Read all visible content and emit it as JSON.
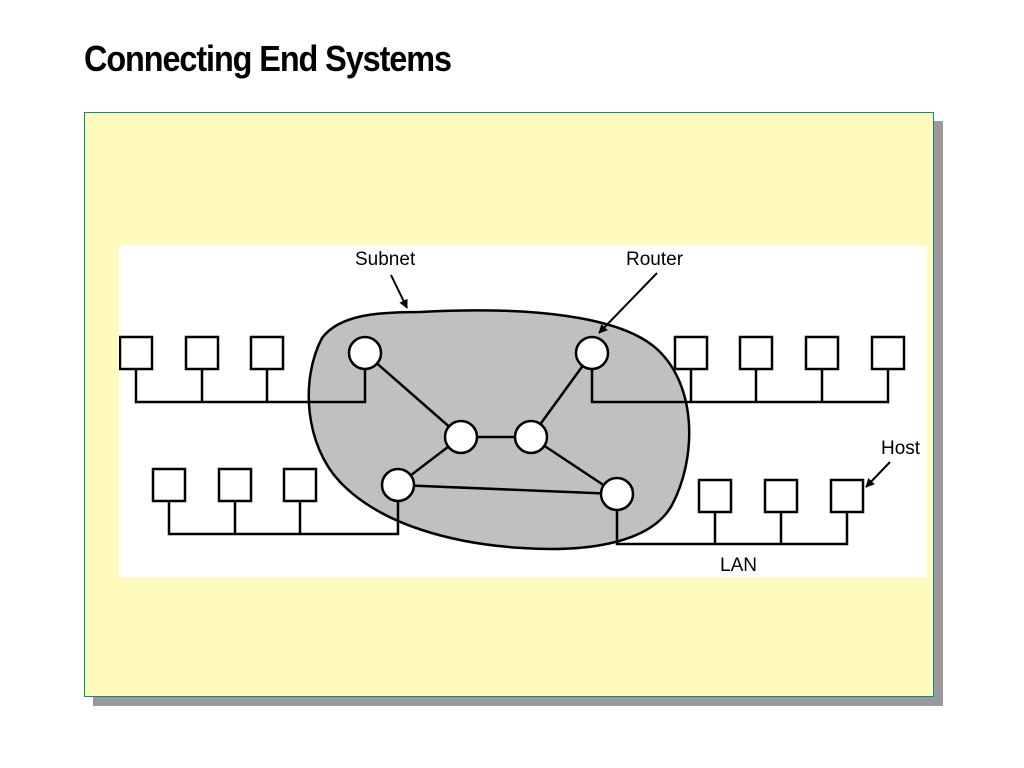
{
  "slide": {
    "title": "Connecting End Systems"
  },
  "diagram": {
    "labels": {
      "subnet": "Subnet",
      "router": "Router",
      "host": "Host",
      "lan": "LAN"
    },
    "colors": {
      "panel_background": "#fefbbd",
      "panel_border": "#0f8a8a",
      "subnet_fill": "#c0c0c0",
      "line": "#000000"
    }
  }
}
